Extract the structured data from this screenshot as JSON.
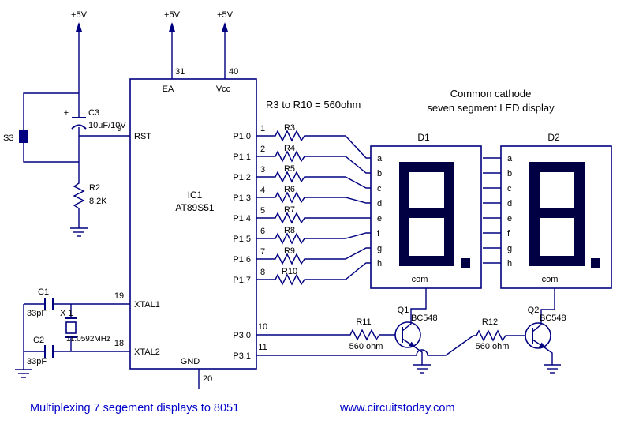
{
  "colors": {
    "wire": "#000080",
    "label_text": "#000000",
    "footer_text": "#0000C8",
    "segment_fill": "#000042",
    "background": "#ffffff"
  },
  "power_labels": [
    "+5V",
    "+5V",
    "+5V"
  ],
  "reset": {
    "s3": "S3",
    "c3": "C3",
    "c3_plus": "+",
    "c3_value": "10uF/10V",
    "r2": "R2",
    "r2_value": "8.2K"
  },
  "ic": {
    "ref": "IC1",
    "part": "AT89S51",
    "ea": {
      "num": "31",
      "name": "EA"
    },
    "vcc": {
      "num": "40",
      "name": "Vcc"
    },
    "rst": {
      "num": "9",
      "name": "RST"
    },
    "xtal1": {
      "num": "19",
      "name": "XTAL1"
    },
    "xtal2": {
      "num": "18",
      "name": "XTAL2"
    },
    "gnd": {
      "num": "20",
      "name": "GND"
    },
    "p30": {
      "num": "10",
      "name": "P3.0"
    },
    "p31": {
      "num": "11",
      "name": "P3.1"
    },
    "port1": [
      {
        "num": "1",
        "name": "P1.0"
      },
      {
        "num": "2",
        "name": "P1.1"
      },
      {
        "num": "3",
        "name": "P1.2"
      },
      {
        "num": "4",
        "name": "P1.3"
      },
      {
        "num": "5",
        "name": "P1.4"
      },
      {
        "num": "6",
        "name": "P1.5"
      },
      {
        "num": "7",
        "name": "P1.6"
      },
      {
        "num": "8",
        "name": "P1.7"
      }
    ]
  },
  "crystal": {
    "c1": "C1",
    "c1_value": "33pF",
    "c2": "C2",
    "c2_value": "33pF",
    "x1": "X 1",
    "x1_value": "11.0592MHz"
  },
  "seg_resistors": {
    "note": "R3 to R10 = 560ohm",
    "names": [
      "R3",
      "R4",
      "R5",
      "R6",
      "R7",
      "R8",
      "R9",
      "R10"
    ]
  },
  "displays": {
    "heading_line1": "Common cathode",
    "heading_line2": "seven segment LED display",
    "d1": "D1",
    "d2": "D2",
    "segment_labels": [
      "a",
      "b",
      "c",
      "d",
      "e",
      "f",
      "g",
      "h"
    ],
    "com": "com"
  },
  "drivers": {
    "q1": "Q1",
    "q1_part": "BC548",
    "q2": "Q2",
    "q2_part": "BC548",
    "r11": "R11",
    "r11_value": "560 ohm",
    "r12": "R12",
    "r12_value": "560 ohm"
  },
  "footer": {
    "caption": "Multiplexing 7 segement displays to 8051",
    "website": "www.circuitstoday.com"
  }
}
